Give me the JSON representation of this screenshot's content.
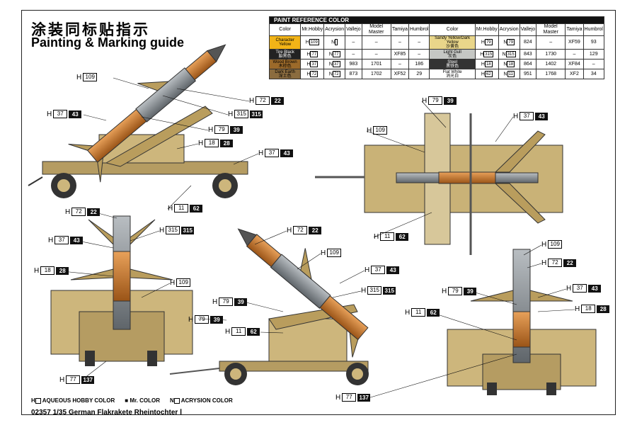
{
  "title_zh": "涂装同标贴指示",
  "title_en": "Painting & Marking guide",
  "paint_table": {
    "header": "PAINT  REFERENCE COLOR",
    "columns": [
      "Color",
      "Mr.Hobby",
      "Acrysion",
      "Vallejo",
      "Model Master",
      "Tamiya",
      "Humbrol",
      "Color",
      "Mr.Hobby",
      "Acrysion",
      "Vallejo",
      "Model Master",
      "Tamiya",
      "Humbrol"
    ],
    "rows": [
      {
        "l": {
          "name": "Character Yellow",
          "zh": "",
          "swatch": "#f2b417",
          "mh": "109",
          "ac": "",
          "va": "–",
          "mm": "–",
          "ta": "–",
          "hu": "–"
        },
        "r": {
          "name": "Sandy Yellow/Dark Yellow",
          "zh": "沙黄色",
          "swatch": "#e9d68a",
          "mh": "79",
          "ac": "79",
          "va": "824",
          "mm": "–",
          "ta": "XF59",
          "hu": "93"
        }
      },
      {
        "l": {
          "name": "Tire Black",
          "zh": "胎黑色",
          "swatch": "#222222",
          "mh": "77",
          "ac": "77",
          "va": "–",
          "mm": "–",
          "ta": "XF85",
          "hu": "–"
        },
        "r": {
          "name": "Light Gull",
          "zh": "灰色",
          "swatch": "#c5c7c4",
          "mh": "315",
          "ac": "315",
          "va": "843",
          "mm": "1730",
          "ta": "–",
          "hu": "129"
        }
      },
      {
        "l": {
          "name": "Wood Brown",
          "zh": "木棕色",
          "swatch": "#9c6a2a",
          "mh": "37",
          "ac": "37",
          "va": "983",
          "mm": "1701",
          "ta": "–",
          "hu": "186"
        },
        "r": {
          "name": "Steel",
          "zh": "黑铁色",
          "swatch": "#333333",
          "mh": "18",
          "ac": "18",
          "va": "864",
          "mm": "1402",
          "ta": "XF84",
          "hu": "–"
        }
      },
      {
        "l": {
          "name": "Dark Earth",
          "zh": "深土色",
          "swatch": "#8b6c3f",
          "mh": "72",
          "ac": "72",
          "va": "873",
          "mm": "1702",
          "ta": "XF52",
          "hu": "29"
        },
        "r": {
          "name": "Flat White",
          "zh": "消光白",
          "swatch": "#ffffff",
          "mh": "62",
          "ac": "11",
          "va": "951",
          "mm": "1768",
          "ta": "XF2",
          "hu": "34"
        }
      }
    ]
  },
  "callouts": [
    {
      "id": "s1",
      "open": "109",
      "filled": ""
    },
    {
      "id": "s2",
      "open": "37",
      "filled": "43"
    },
    {
      "id": "s3",
      "open": "72",
      "filled": "22"
    },
    {
      "id": "s4",
      "open": "315",
      "filled": "315"
    },
    {
      "id": "s5",
      "open": "79",
      "filled": "39"
    },
    {
      "id": "s6",
      "open": "18",
      "filled": "28"
    },
    {
      "id": "s7",
      "open": "37",
      "filled": "43"
    },
    {
      "id": "s8",
      "open": "11",
      "filled": "62"
    },
    {
      "id": "t1",
      "open": "79",
      "filled": "39"
    },
    {
      "id": "t2",
      "open": "37",
      "filled": "43"
    },
    {
      "id": "t3",
      "open": "109",
      "filled": ""
    },
    {
      "id": "t4",
      "open": "11",
      "filled": "62"
    },
    {
      "id": "f1",
      "open": "72",
      "filled": "22"
    },
    {
      "id": "f2",
      "open": "315",
      "filled": "315"
    },
    {
      "id": "f3",
      "open": "37",
      "filled": "43"
    },
    {
      "id": "f4",
      "open": "18",
      "filled": "28"
    },
    {
      "id": "f5",
      "open": "109",
      "filled": ""
    },
    {
      "id": "f6",
      "open": "79",
      "filled": "39"
    },
    {
      "id": "f7",
      "open": "77",
      "filled": "137"
    },
    {
      "id": "m1",
      "open": "72",
      "filled": "22"
    },
    {
      "id": "m2",
      "open": "109",
      "filled": ""
    },
    {
      "id": "m3",
      "open": "37",
      "filled": "43"
    },
    {
      "id": "m4",
      "open": "315",
      "filled": "315"
    },
    {
      "id": "m5",
      "open": "79",
      "filled": "39"
    },
    {
      "id": "m6",
      "open": "11",
      "filled": "62"
    },
    {
      "id": "r1",
      "open": "109",
      "filled": ""
    },
    {
      "id": "r2",
      "open": "72",
      "filled": "22"
    },
    {
      "id": "r3",
      "open": "79",
      "filled": "39"
    },
    {
      "id": "r4",
      "open": "37",
      "filled": "43"
    },
    {
      "id": "r5",
      "open": "11",
      "filled": "62"
    },
    {
      "id": "r6",
      "open": "18",
      "filled": "28"
    },
    {
      "id": "r7",
      "open": "77",
      "filled": "137"
    }
  ],
  "legend": {
    "aqueous": "AQUEOUS HOBBY COLOR",
    "mr": "Mr. COLOR",
    "acrysion": "ACRYSION COLOR"
  },
  "footer": "02357  1/35 German Flakrakete Rheintochter Ⅰ",
  "colors": {
    "orange": "#c87a2c",
    "grey": "#8a8f94",
    "sand": "#cdb67c",
    "brown": "#9c6a2a",
    "black": "#222222"
  }
}
